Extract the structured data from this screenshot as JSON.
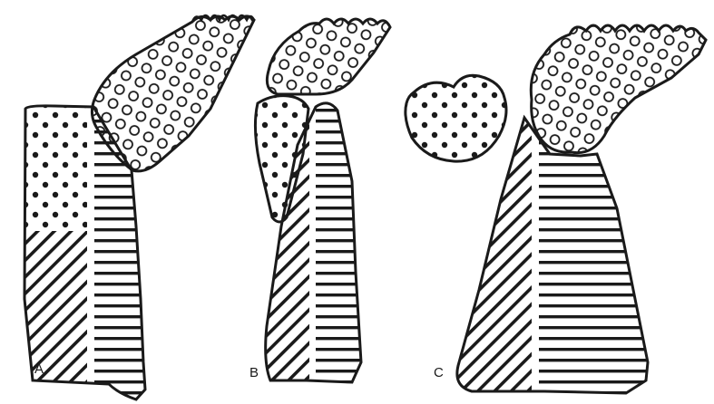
{
  "figure": {
    "panels": [
      {
        "label": "A"
      },
      {
        "label": "B"
      },
      {
        "label": "C"
      }
    ]
  },
  "style": {
    "ink": "#1a1a1a",
    "paper": "#ffffff"
  }
}
